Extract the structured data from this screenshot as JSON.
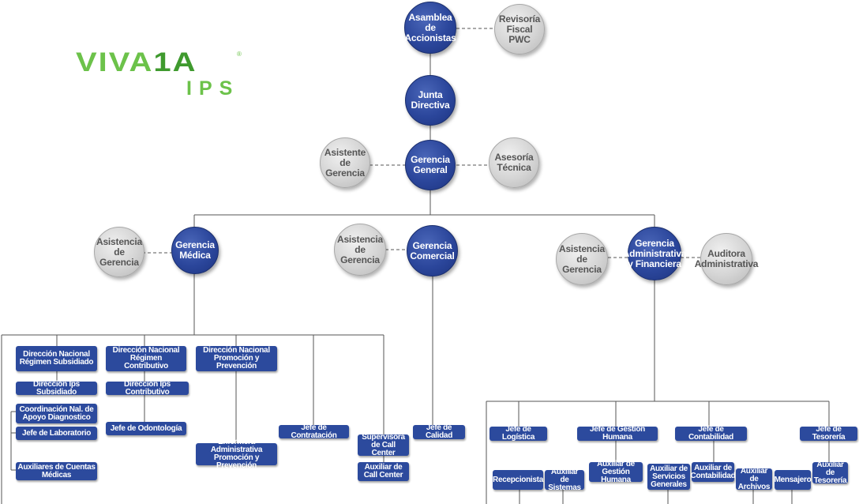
{
  "logo": {
    "text_main": "VIVA",
    "text_accent": "1A",
    "text_sub": "IPS",
    "registered": "®",
    "color": "#6cc24a"
  },
  "colors": {
    "node_blue": "#2c4a9d",
    "node_gray": "#cfcfcf",
    "line": "#555555"
  },
  "top": {
    "asamblea": "Asamblea de Accionistas",
    "revisoria": "Revisoría Fiscal PWC",
    "junta": "Junta Directiva",
    "gerencia_general": "Gerencia General",
    "asistente_gerencia": "Asistente de Gerencia",
    "asesoria_tecnica": "Asesoría Técnica"
  },
  "medica": {
    "gerencia": "Gerencia Médica",
    "asistencia": "Asistencia de Gerencia",
    "dir_subsidiado": "Dirección Nacional Régimen Subsidiado",
    "dir_contributivo": "Dirección Nacional Régimen Contributivo",
    "dir_promocion": "Dirección Nacional Promoción y Prevención",
    "ips_subsidiado": "Dirección Ips Subsidiado",
    "ips_contributivo": "Dirección Ips Contributivo",
    "coordinacion": "Coordinación Nal. de Apoyo Diagnostico",
    "jefe_laboratorio": "Jefe de Laboratorio",
    "auxiliares_cuentas": "Auxiliares de Cuentas Médicas",
    "jefe_odontologia": "Jefe de Odontología",
    "enfermera": "Enfermera Administrativa Promoción y Prevención",
    "jefe_contratacion": "Jefe de Contratación",
    "supervisora": "Supervisora de Call Center",
    "auxiliar_call": "Auxiliar de Call Center"
  },
  "comercial": {
    "gerencia": "Gerencia Comercial",
    "asistencia": "Asistencia de Gerencia",
    "jefe_calidad": "Jefe de Calidad"
  },
  "administrativa": {
    "gerencia": "Gerencia Administrativa y Financiera",
    "asistencia": "Asistencia de Gerencia",
    "auditora": "Auditora Administrativa",
    "jefe_logistica": "Jefe de Logística",
    "jefe_gestion_humana": "Jefe de Gestión Humana",
    "jefe_contabilidad": "Jefe de Contabilidad",
    "jefe_tesoreria": "Jefe de Tesorería",
    "recepcionista": "Recepcionista",
    "aux_sistemas": "Auxiliar de Sistemas",
    "aux_gestion_humana": "Auxiliar de Gestión Humana",
    "aux_servicios": "Auxiliar de Servicios Generales",
    "aux_contabilidad": "Auxiliar de Contabilidad",
    "aux_archivos": "Auxiliar de Archivos",
    "mensajero": "Mensajero",
    "aux_tesoreria": "Auxiliar de Tesorería"
  }
}
